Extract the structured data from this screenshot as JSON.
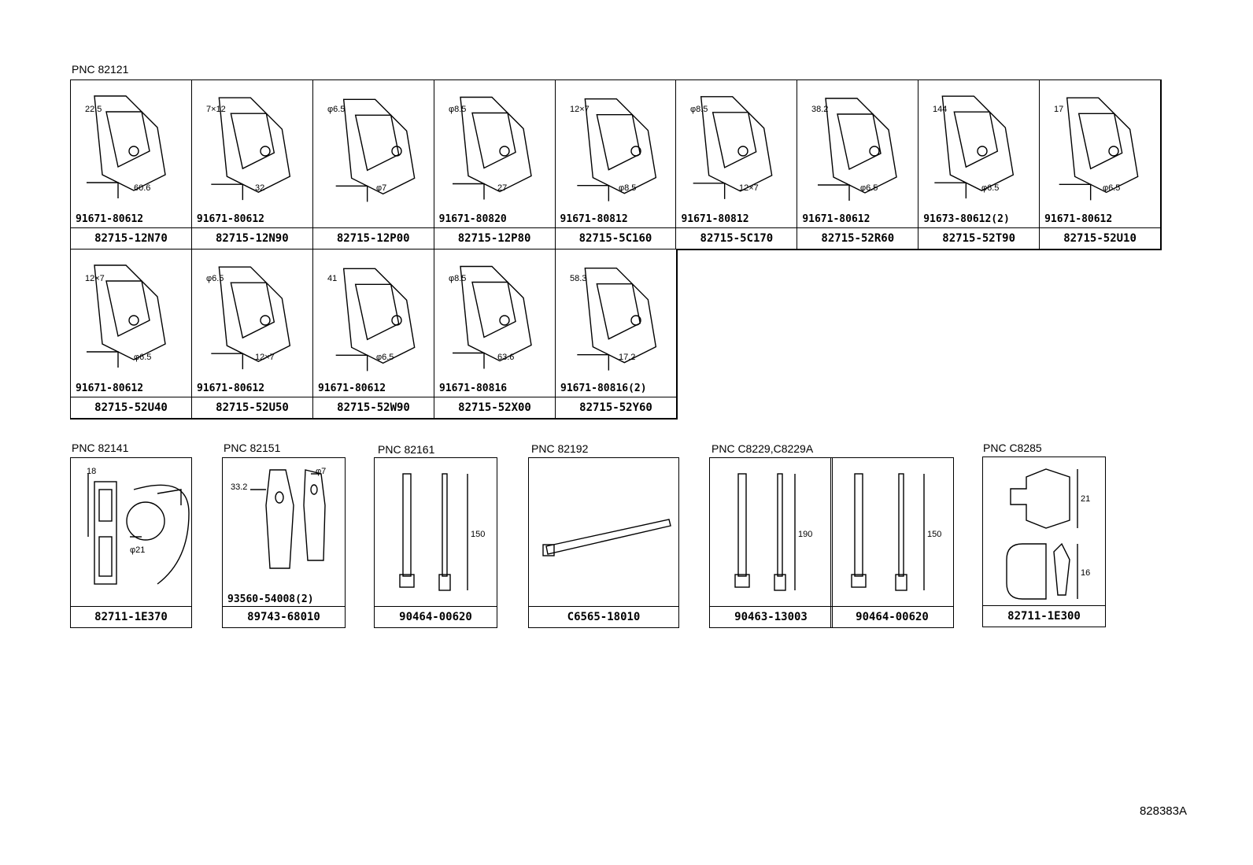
{
  "sections": {
    "main": {
      "pnc": "PNC 82121",
      "row1": [
        {
          "bolt": "91671-80612",
          "part": "82715-12N70",
          "dims": [
            "22.5",
            "60.6"
          ]
        },
        {
          "bolt": "91671-80612",
          "part": "82715-12N90",
          "dims": [
            "7×12",
            "32"
          ]
        },
        {
          "bolt": "",
          "part": "82715-12P00",
          "dims": [
            "φ6.5",
            "φ7"
          ]
        },
        {
          "bolt": "91671-80820",
          "part": "82715-12P80",
          "dims": [
            "φ8.5",
            "27"
          ]
        },
        {
          "bolt": "91671-80812",
          "part": "82715-5C160",
          "dims": [
            "12×7",
            "φ8.5"
          ]
        },
        {
          "bolt": "91671-80812",
          "part": "82715-5C170",
          "dims": [
            "φ8.5",
            "12×7"
          ]
        },
        {
          "bolt": "91671-80612",
          "part": "82715-52R60",
          "dims": [
            "38.2",
            "φ6.5"
          ]
        },
        {
          "bolt": "91673-80612(2)",
          "part": "82715-52T90",
          "dims": [
            "144",
            "φ6.5"
          ]
        },
        {
          "bolt": "91671-80612",
          "part": "82715-52U10",
          "dims": [
            "17",
            "φ6.5"
          ]
        }
      ],
      "row2": [
        {
          "bolt": "91671-80612",
          "part": "82715-52U40",
          "dims": [
            "12×7",
            "φ6.5"
          ]
        },
        {
          "bolt": "91671-80612",
          "part": "82715-52U50",
          "dims": [
            "φ6.5",
            "12×7"
          ]
        },
        {
          "bolt": "91671-80612",
          "part": "82715-52W90",
          "dims": [
            "41",
            "φ6.5"
          ]
        },
        {
          "bolt": "91671-80816",
          "part": "82715-52X00",
          "dims": [
            "φ8.5",
            "63.6"
          ]
        },
        {
          "bolt": "91671-80816(2)",
          "part": "82715-52Y60",
          "dims": [
            "58.3",
            "17.2"
          ]
        }
      ]
    },
    "lower": [
      {
        "pnc": "PNC 82141",
        "items": [
          {
            "part": "82711-1E370",
            "bolt": "",
            "dims": [
              "18",
              "φ21"
            ]
          }
        ]
      },
      {
        "pnc": "PNC 82151",
        "items": [
          {
            "part": "89743-68010",
            "bolt": "93560-54008(2)",
            "dims": [
              "33.2",
              "φ7"
            ]
          }
        ]
      },
      {
        "pnc": "PNC 82161",
        "items": [
          {
            "part": "90464-00620",
            "bolt": "",
            "dims": [
              "150"
            ]
          }
        ]
      },
      {
        "pnc": "PNC 82192",
        "items": [
          {
            "part": "C6565-18010",
            "bolt": "",
            "dims": []
          }
        ]
      },
      {
        "pnc": "PNC C8229,C8229A",
        "items": [
          {
            "part": "90463-13003",
            "bolt": "",
            "dims": [
              "190"
            ]
          },
          {
            "part": "90464-00620",
            "bolt": "",
            "dims": [
              "150"
            ]
          }
        ]
      },
      {
        "pnc": "PNC C8285",
        "items": [
          {
            "part": "82711-1E300",
            "bolt": "",
            "dims": [
              "21",
              "16"
            ]
          }
        ]
      }
    ]
  },
  "footer_code": "828383A"
}
